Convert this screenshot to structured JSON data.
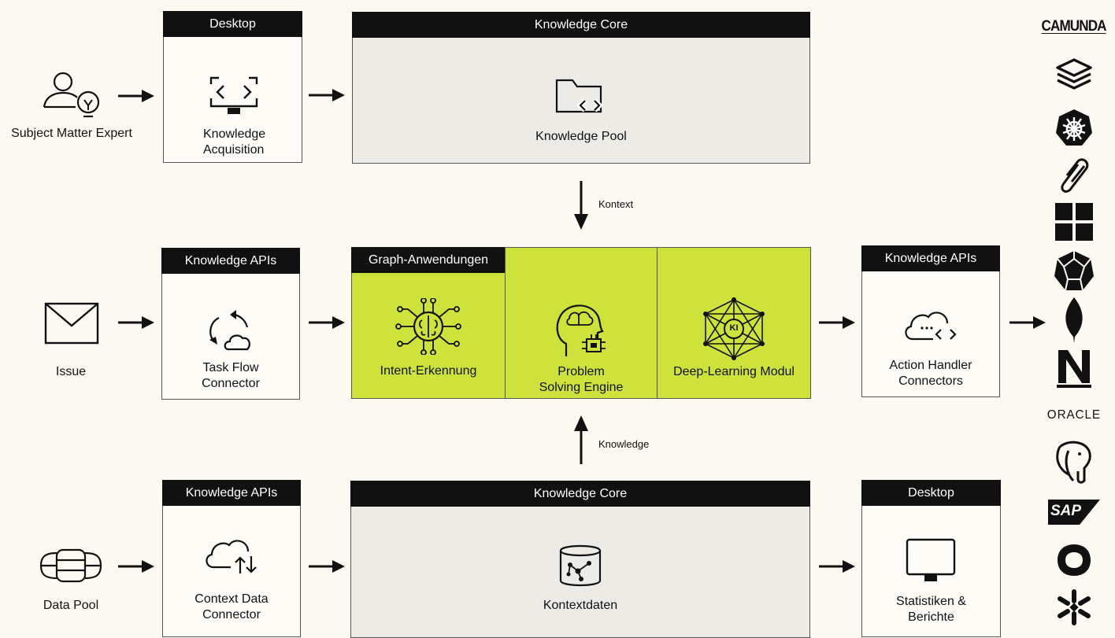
{
  "actors": {
    "sme": "Subject Matter Expert",
    "issue": "Issue",
    "data_pool": "Data Pool"
  },
  "row1": {
    "desktop": {
      "header": "Desktop",
      "label": "Knowledge Acquisition"
    },
    "core": {
      "header": "Knowledge Core",
      "label": "Knowledge Pool"
    }
  },
  "flow_labels": {
    "context": "Kontext",
    "knowledge": "Knowledge"
  },
  "row2": {
    "apis_left": {
      "header": "Knowledge APIs",
      "label": "Task Flow Connector"
    },
    "graph": {
      "header": "Graph-Anwendungen",
      "modules": [
        {
          "label": "Intent-Erkennung"
        },
        {
          "label": "Problem Solving Engine"
        },
        {
          "label": "Deep-Learning Modul",
          "badge": "KI"
        }
      ]
    },
    "apis_right": {
      "header": "Knowledge APIs",
      "label": "Action Handler Connectors"
    }
  },
  "row3": {
    "apis": {
      "header": "Knowledge APIs",
      "label": "Context Data Connector"
    },
    "core": {
      "header": "Knowledge Core",
      "label": "Kontextdaten"
    },
    "desktop": {
      "header": "Desktop",
      "label": "Statistiken & Berichte"
    }
  },
  "logos": {
    "camunda": "CAMUNDA",
    "oracle": "ORACLE",
    "sap": "SAP",
    "items": [
      "camunda-logo",
      "stack-logo",
      "kubernetes-logo",
      "paperclip-logo",
      "windows-logo",
      "dodecahedron-logo",
      "mongodb-logo",
      "notion-logo",
      "oracle-logo",
      "postgresql-logo",
      "sap-logo",
      "circle-logo",
      "snowflake-logo"
    ]
  },
  "colors": {
    "accent": "#cde23a",
    "header": "#111111",
    "background": "#fbf9f1",
    "grey_box": "#ecebe6"
  }
}
